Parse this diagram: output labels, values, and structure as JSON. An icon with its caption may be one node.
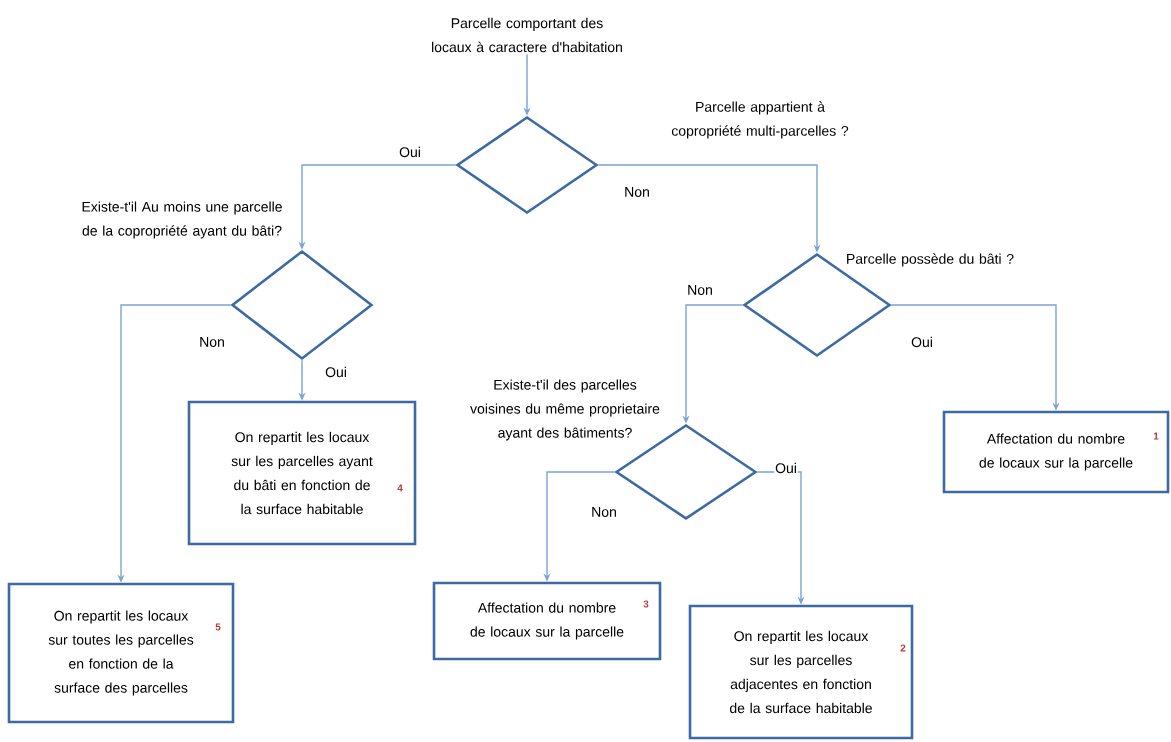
{
  "diagram": {
    "nodes": [
      {
        "text": [
          "Parcelle comportant des locaux à caractere d'habitation"
        ]
      },
      {
        "text": [],
        "shape": "diamond"
      },
      {
        "text": [],
        "shape": "diamond",
        "beside": [
          "Existe-t'il Au moins une parcelle de la copropriété ayant du bâti?"
        ]
      },
      {
        "text": [],
        "shape": "diamond",
        "beside": [
          "Parcelle possède du bâti ?"
        ]
      },
      {
        "text": [],
        "shape": "diamond",
        "beside": [
          "Existe-t'il des parcelles voisines du même proprietaire ayant des bâtiments?"
        ]
      },
      {
        "text": [
          "On repartit les locaux sur les parcelles ayant du bâti en fonction de la surface habitable",
          "4"
        ]
      },
      {
        "text": [
          "On repartit les locaux sur toutes les parcelles en fonction de la surface des parcelles",
          "5"
        ]
      },
      {
        "text": [
          "Affectation du nombre de locaux sur la parcelle",
          "3"
        ]
      },
      {
        "text": [
          "On repartit les locaux sur les parcelles adjacentes en fonction de la surface habitable",
          "2"
        ]
      },
      {
        "text": [
          "Affectation du nombre de locaux sur la parcelle",
          "1"
        ]
      }
    ],
    "labels": [
      "Parcelle appartient à copropriété multi-parcelles ?"
    ],
    "edges": [
      {
        "from": 0,
        "to": 1,
        "arrow": "to"
      },
      {
        "from": 1,
        "to": 2,
        "arrow": "to",
        "label": "Oui"
      },
      {
        "from": 1,
        "to": 3,
        "arrow": "to",
        "label": "Non"
      },
      {
        "from": 2,
        "to": 6,
        "arrow": "to",
        "label": "Non"
      },
      {
        "from": 2,
        "to": 5,
        "arrow": "to",
        "label": "Oui"
      },
      {
        "from": 3,
        "to": 4,
        "arrow": "to",
        "label": "Non"
      },
      {
        "from": 3,
        "to": 9,
        "arrow": "to",
        "label": "Oui"
      },
      {
        "from": 4,
        "to": 7,
        "arrow": "to",
        "label": "Non"
      },
      {
        "from": 4,
        "to": 8,
        "arrow": "to",
        "label": "Oui"
      }
    ]
  }
}
